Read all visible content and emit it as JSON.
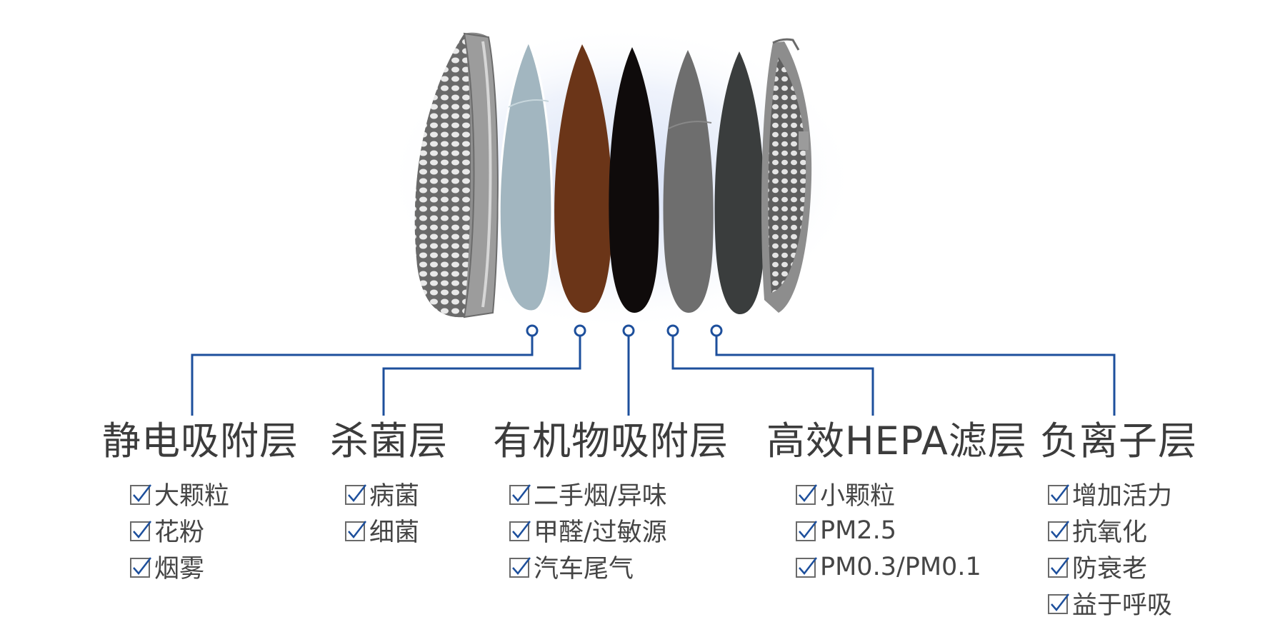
{
  "diagram": {
    "line_color": "#1d4f9c",
    "filter_colors": {
      "frame": "#7d7d7d",
      "electrostatic": "#9fb3bd",
      "antibacterial": "#6b3518",
      "organic": "#0f0b0b",
      "hepa": "#6e6e6e",
      "anion": "#3a3d3d"
    }
  },
  "layers": [
    {
      "title": "静电吸附层",
      "features": [
        "大颗粒",
        "花粉",
        "烟雾"
      ]
    },
    {
      "title": "杀菌层",
      "features": [
        "病菌",
        "细菌"
      ]
    },
    {
      "title": "有机物吸附层",
      "features": [
        "二手烟/异味",
        "甲醛/过敏源",
        "汽车尾气"
      ]
    },
    {
      "title": "高效HEPA滤层",
      "features": [
        "小颗粒",
        "PM2.5",
        "PM0.3/PM0.1"
      ]
    },
    {
      "title": "负离子层",
      "features": [
        "增加活力",
        "抗氧化",
        "防衰老",
        "益于呼吸"
      ]
    }
  ]
}
